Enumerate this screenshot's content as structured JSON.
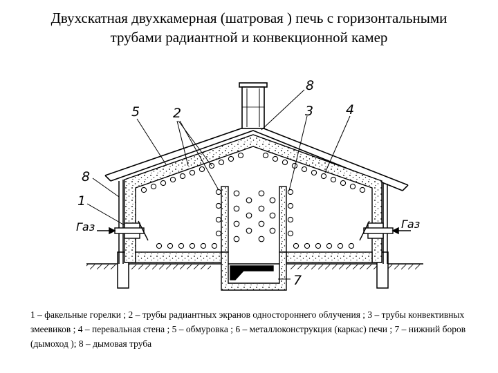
{
  "title": {
    "line1": "Двухскатная двухкамерная (шатровая ) печь с горизонтальными",
    "line2": "трубами радиантной и конвекционной камер"
  },
  "diagram": {
    "labels": {
      "n1": "1",
      "n2": "2",
      "n3": "3",
      "n4": "4",
      "n5": "5",
      "n7": "7",
      "n8_left": "8",
      "n8_top": "8"
    },
    "gas_left": "Газ",
    "gas_right": "Газ"
  },
  "caption": "1 – факельные горелки ; 2 – трубы радиантных экранов одностороннего облучения ; 3 – трубы конвективных змеевиков ; 4 – перевальная стена ; 5 – обмуровка ; 6 – металлоконструкция (каркас) печи ; 7 – нижний боров (дымоход ); 8 – дымовая труба"
}
